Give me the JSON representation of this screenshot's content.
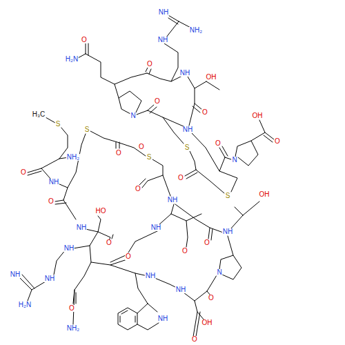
{
  "diagram": {
    "labels": [
      "NH",
      "NH₂",
      "NH",
      "O",
      "H₂N",
      "O",
      "NH",
      "OH",
      "O",
      "N",
      "O",
      "NH",
      "OH",
      "O",
      "N",
      "O",
      "O",
      "S",
      "O",
      "S",
      "S",
      "O",
      "S",
      "H₃C",
      "S",
      "NH₂",
      "O",
      "NH",
      "O",
      "HO",
      "NH",
      "O",
      "NH",
      "NH",
      "O",
      "NH",
      "O",
      "NH",
      "O",
      "OH",
      "NH",
      "O",
      "N",
      "O",
      "NH",
      "NH",
      "H₂N",
      "NH",
      "O",
      "NH₂",
      "NH",
      "OH",
      "O"
    ]
  }
}
